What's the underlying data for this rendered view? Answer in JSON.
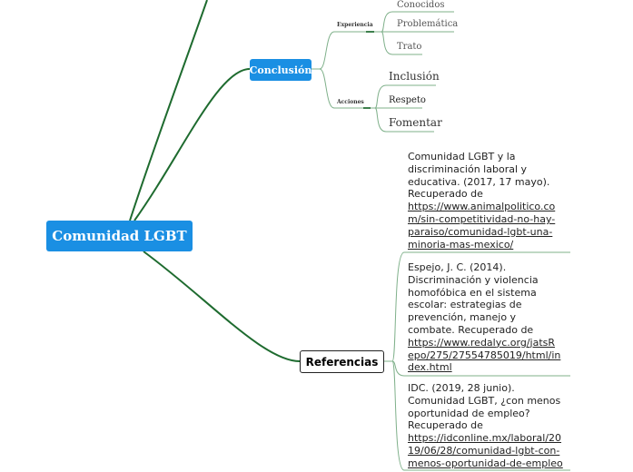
{
  "central": {
    "label": "Comunidad LGBT",
    "color": "#1a8fe3"
  },
  "conclusion": {
    "label": "Conclusión",
    "experiencia": {
      "label": "Experiencia",
      "items": [
        "Conocidos",
        "Problemática",
        "Trato"
      ]
    },
    "acciones": {
      "label": "Acciones",
      "items": [
        "Inclusión",
        "Respeto",
        "Fomentar"
      ]
    }
  },
  "referencias": {
    "label": "Referencias",
    "items": [
      {
        "text": [
          "Comunidad LGBT y la",
          "discriminación laboral y",
          "educativa. (2017, 17 mayo).",
          "Recuperado de"
        ],
        "link": [
          "https://www.animalpolitico.co",
          "m/sin-competitividad-no-hay-",
          "paraiso/comunidad-lgbt-una-",
          "minoria-mas-mexico/"
        ]
      },
      {
        "text": [
          "Espejo, J. C. (2014).",
          "Discriminación y violencia",
          "homofóbica en el sistema",
          "escolar: estrategias de",
          "prevención, manejo y",
          "combate. Recuperado de"
        ],
        "link": [
          "https://www.redalyc.org/jatsR",
          "epo/275/27554785019/html/in",
          "dex.html"
        ]
      },
      {
        "text": [
          "IDC. (2019, 28 junio).",
          "Comunidad LGBT, ¿con menos",
          "oportunidad de empleo?",
          "Recuperado de"
        ],
        "link": [
          "https://idconline.mx/laboral/20",
          "19/06/28/comunidad-lgbt-con-",
          "menos-oportunidad-de-empleo"
        ]
      }
    ]
  }
}
